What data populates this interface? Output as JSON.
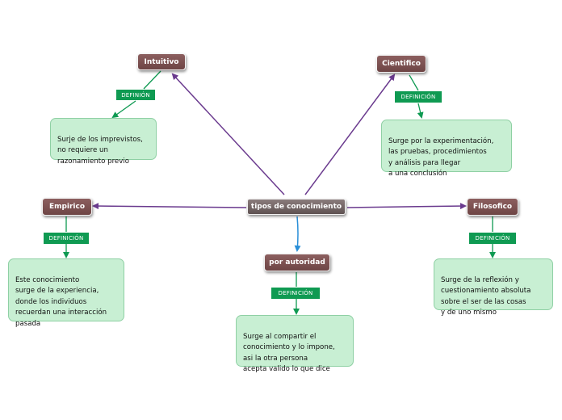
{
  "root": {
    "label": "tipos de conocimiento"
  },
  "branches": [
    {
      "id": "intuitivo",
      "label": "Intuitivo",
      "tag": "DEFINIÓN",
      "text": "Surje de los imprevistos,\nno requiere un\nrazonamiento previo"
    },
    {
      "id": "cientifico",
      "label": "Cientifico",
      "tag": "DEFINICIÓN",
      "text": "Surge por la experimentación,\nlas pruebas, procedimientos\ny análisis para llegar\na una conclusión"
    },
    {
      "id": "empirico",
      "label": "Empirico",
      "tag": "DEFINICIÓN",
      "text": "Este conocimiento\nsurge de la experiencia,\ndonde los individuos\nrecuerdan una interacción\npasada"
    },
    {
      "id": "autoridad",
      "label": "por autoridad",
      "tag": "DEFINICIÓN",
      "text": "Surge al compartir el\nconocimiento y lo impone,\nasi la otra persona\nacepta valido lo que dice"
    },
    {
      "id": "filosofico",
      "label": "Filosofico",
      "tag": "DEFINICIÓN",
      "text": "Surge de la reflexión y\ncuestionamiento absoluta\nsobre el ser de las cosas\ny de uno mismo"
    }
  ],
  "colors": {
    "branch_line": "#6a3a8e",
    "down_line": "#2a8fd8",
    "tag_line": "#0f9a52",
    "tag_fill": "#0f9a52",
    "box_fill": "#c8efd3",
    "node_fill": "#7a4f4f"
  }
}
